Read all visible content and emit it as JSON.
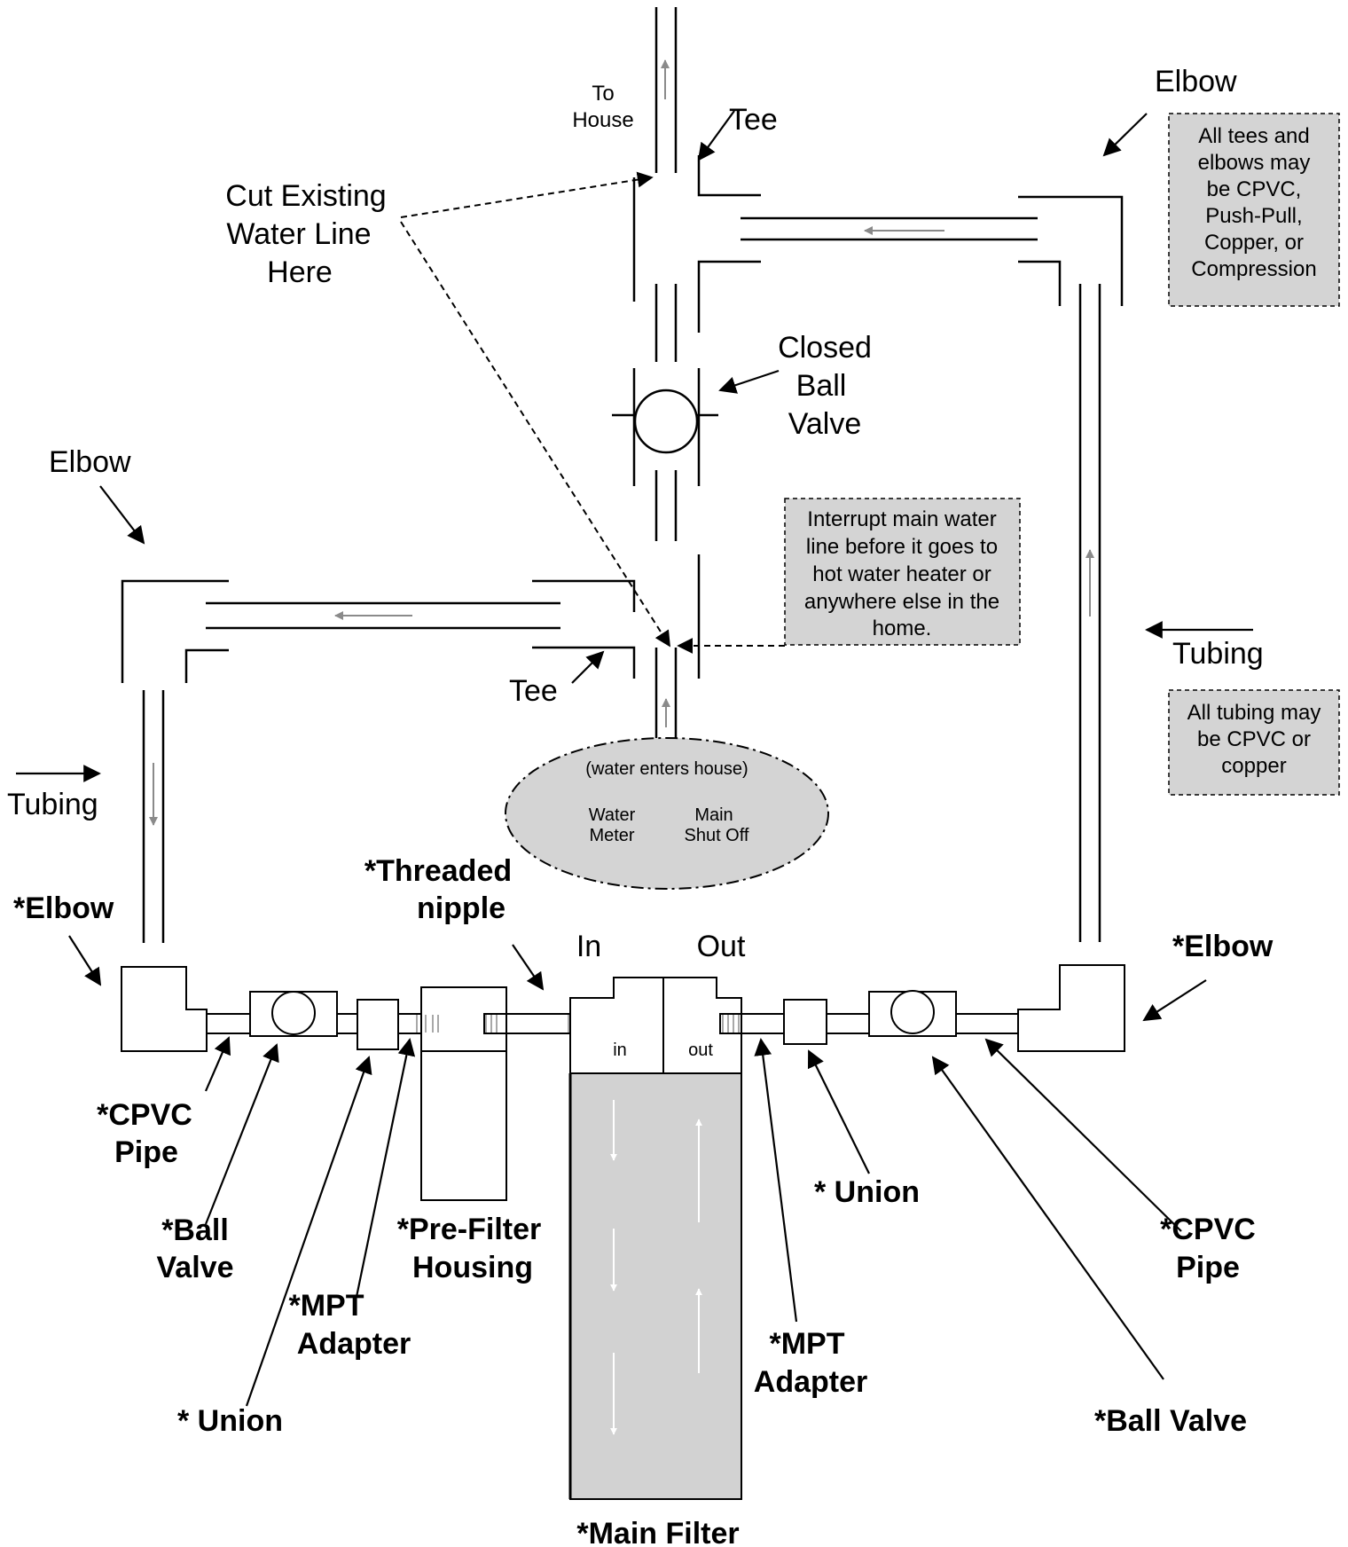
{
  "labels": {
    "to_house_line1": "To",
    "to_house_line2": "House",
    "tee_top": "Tee",
    "elbow_top_right": "Elbow",
    "cut_line1": "Cut Existing",
    "cut_line2": "Water Line",
    "cut_line3": "Here",
    "closed_valve_line1": "Closed",
    "closed_valve_line2": "Ball",
    "closed_valve_line3": "Valve",
    "elbow_left": "Elbow",
    "tee_bottom": "Tee",
    "tubing_left": "Tubing",
    "tubing_right": "Tubing",
    "elbow_bold_left": "*Elbow",
    "elbow_bold_right": "*Elbow",
    "threaded_line1": "*Threaded",
    "threaded_line2": "nipple",
    "in_label": "In",
    "out_label": "Out",
    "in_small": "in",
    "out_small": "out",
    "cpvc_left_line1": "*CPVC",
    "cpvc_left_line2": "Pipe",
    "ball_valve_left_line1": "*Ball",
    "ball_valve_left_line2": "Valve",
    "prefilter_line1": "*Pre-Filter",
    "prefilter_line2": "Housing",
    "mpt_left_line1": "*MPT",
    "mpt_left_line2": "Adapter",
    "union_left": "* Union",
    "union_right": "* Union",
    "cpvc_right_line1": "*CPVC",
    "cpvc_right_line2": "Pipe",
    "mpt_right_line1": "*MPT",
    "mpt_right_line2": "Adapter",
    "ball_valve_right": "*Ball Valve",
    "main_filter": "*Main Filter"
  },
  "notes": {
    "fittings": [
      "All tees and",
      "elbows may",
      "be CPVC,",
      "Push-Pull,",
      "Copper, or",
      "Compression"
    ],
    "interrupt": [
      "Interrupt main water",
      "line before it goes to",
      "hot water heater or",
      "anywhere else in the",
      "home."
    ],
    "tubing": [
      "All tubing may",
      "be CPVC or",
      "copper"
    ]
  },
  "meter": {
    "enters": "(water enters house)",
    "meter_line1": "Water",
    "meter_line2": "Meter",
    "shutoff_line1": "Main",
    "shutoff_line2": "Shut Off"
  },
  "colors": {
    "note_fill": "#d4d4d4",
    "filter_fill": "#d2d2d2",
    "flow_arrow": "#8a8a8a"
  }
}
